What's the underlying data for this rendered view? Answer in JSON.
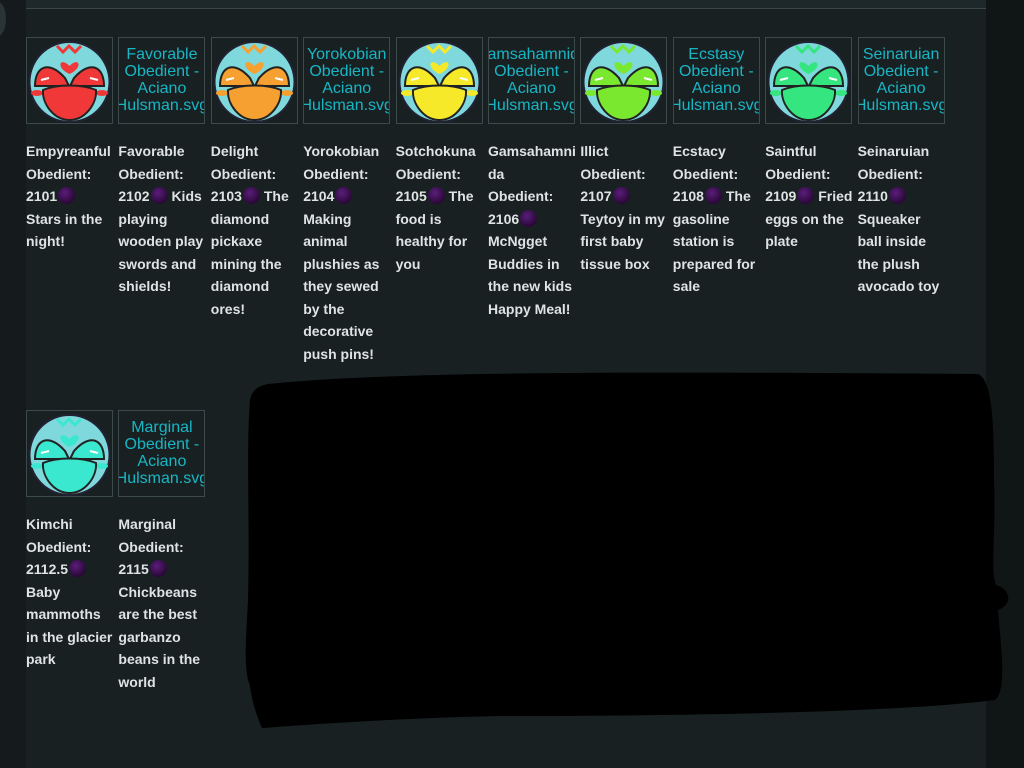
{
  "colors": {
    "background": "#121819",
    "panel": "#182022",
    "alt_text": "#18b6c4",
    "caption": "#dfe3e3",
    "coin": "#3a0c50",
    "redaction": "#000000"
  },
  "coin_icon": "purple-orb-icon",
  "rows": [
    [
      {
        "name": "Empyreanful",
        "label": "Obedient:",
        "value": "2101",
        "desc": "Stars in the night!",
        "image": {
          "type": "face",
          "color": "#f03838"
        }
      },
      {
        "name": "Favorable",
        "label": "Obedient:",
        "value": "2102",
        "desc": "Kids playing wooden play swords and shields!",
        "image": {
          "type": "alt",
          "lines": [
            "Favorable",
            "Obedient -",
            "Aciano",
            "Hulsman.svg"
          ]
        }
      },
      {
        "name": "Delight",
        "label": "Obedient:",
        "value": "2103",
        "desc": "The diamond pickaxe mining the diamond ores!",
        "image": {
          "type": "face",
          "color": "#f5a030"
        }
      },
      {
        "name": "Yorokobian",
        "label": "Obedient:",
        "value": "2104",
        "desc": "Making animal plushies as they sewed by the decorative push pins!",
        "image": {
          "type": "alt",
          "lines": [
            "Yorokobian",
            "Obedient -",
            "Aciano",
            "Hulsman.svg"
          ]
        }
      },
      {
        "name": "Sotchokuna",
        "label": "Obedient:",
        "value": "2105",
        "desc": "The food is healthy for you",
        "image": {
          "type": "face",
          "color": "#f5e92a"
        }
      },
      {
        "name": "Gamsahamnida",
        "label": "Obedient:",
        "value": "2106",
        "desc": "McNgget Buddies in the new kids Happy Meal!",
        "image": {
          "type": "alt",
          "lines": [
            "Gamsahamnida",
            "Obedient -",
            "Aciano",
            "Hulsman.svg"
          ]
        }
      },
      {
        "name": "Illict",
        "label": "Obedient:",
        "value": "2107",
        "desc": "Teytoy in my first baby tissue box",
        "image": {
          "type": "face",
          "color": "#7ae82e"
        }
      },
      {
        "name": "Ecstacy",
        "label": "Obedient:",
        "value": "2108",
        "desc": "The gasoline station is prepared for sale",
        "image": {
          "type": "alt",
          "lines": [
            "Ecstasy",
            "Obedient -",
            "Aciano",
            "Hulsman.svg"
          ]
        }
      },
      {
        "name": "Saintful",
        "label": "Obedient:",
        "value": "2109",
        "desc": "Fried eggs on the plate",
        "image": {
          "type": "face",
          "color": "#35e680"
        }
      },
      {
        "name": "Seinaruian",
        "label": "Obedient:",
        "value": "2110",
        "desc": "Squeaker ball inside the plush avocado toy",
        "image": {
          "type": "alt",
          "lines": [
            "Seinaruian",
            "Obedient -",
            "Aciano",
            "Hulsman.svg"
          ]
        }
      }
    ],
    [
      {
        "name": "Kimchi",
        "label": "Obedient:",
        "value": "2112.5",
        "desc": "Baby mammoths in the glacier park",
        "image": {
          "type": "face",
          "color": "#3ae8d0"
        }
      },
      {
        "name": "Marginal",
        "label": "Obedient:",
        "value": "2115",
        "desc": "Chickbeans are the best garbanzo beans in the world",
        "image": {
          "type": "alt",
          "lines": [
            "Marginal",
            "Obedient -",
            "Aciano",
            "Hulsman.svg"
          ]
        }
      }
    ]
  ]
}
